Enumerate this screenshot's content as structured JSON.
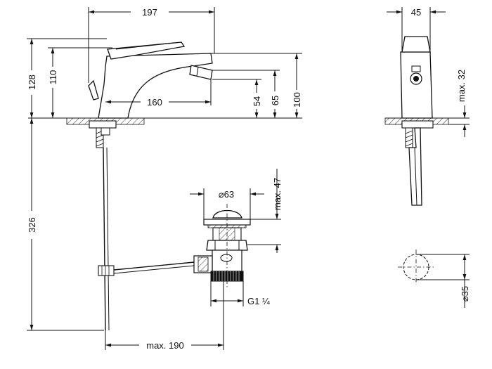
{
  "dimensions": {
    "width_197": "197",
    "height_128": "128",
    "height_110": "110",
    "length_160": "160",
    "height_54": "54",
    "height_65": "65",
    "height_100": "100",
    "depth_326": "326",
    "diameter_63": "⌀63",
    "max_47": "max. 47",
    "thread_g114": "G1 ¼",
    "max_190": "max. 190",
    "width_45": "45",
    "max_32": "max. 32",
    "diameter_35": "⌀35"
  }
}
